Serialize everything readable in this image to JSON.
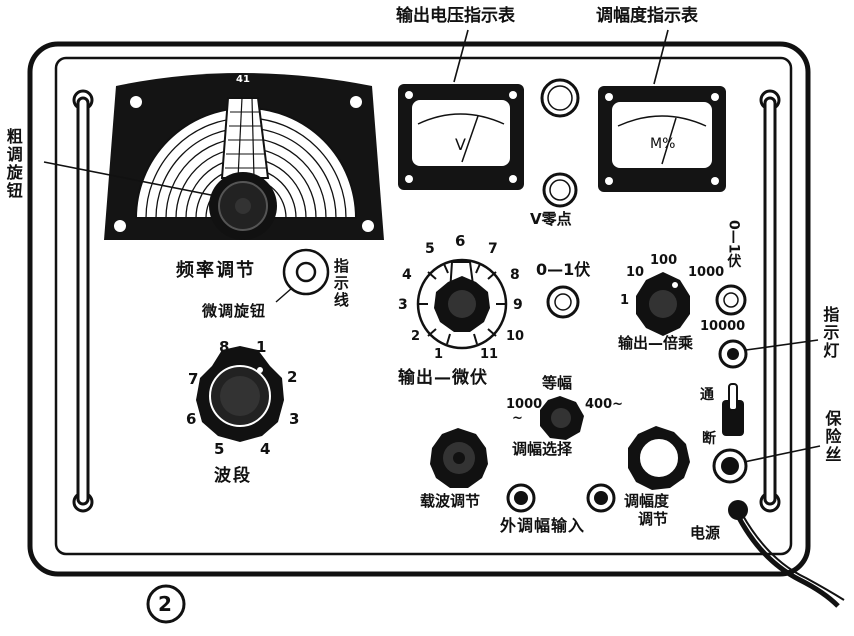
{
  "labels": {
    "output_voltage_meter": "输出电压指示表",
    "modulation_meter": "调幅度指示表",
    "coarse_knob": "粗调旋钮",
    "freq_adjust": "频率调节",
    "fine_knob": "微调旋钮",
    "indicator_line": "指示线",
    "band": "波段",
    "v_zero": "V零点",
    "range_0_1v": "0—1伏",
    "range_0_1v_side": "0—1伏",
    "output_microvolt": "输出—微伏",
    "output_multiplier": "输出—倍乘",
    "indicator_lamp": "指示灯",
    "fuse": "保险丝",
    "power": "电源",
    "on": "通",
    "off": "断",
    "mod_select_equal": "等幅",
    "mod_select_1000": "1000",
    "mod_select_400": "400~",
    "mod_select_tilde": "~",
    "mod_select": "调幅选择",
    "carrier_adjust": "载波调节",
    "ext_mod_input": "外调幅输入",
    "mod_depth_adjust_1": "调幅度",
    "mod_depth_adjust_2": "调节",
    "figure_number": "2"
  },
  "meters": {
    "voltage_unit": "V",
    "modulation_unit": "M%"
  },
  "band_dial": [
    "1",
    "2",
    "3",
    "4",
    "5",
    "6",
    "7",
    "8"
  ],
  "microvolt_dial": [
    "1",
    "2",
    "3",
    "4",
    "5",
    "6",
    "7",
    "8",
    "9",
    "10",
    "11"
  ],
  "multiplier_dial": [
    "1",
    "10",
    "100",
    "1000",
    "10000"
  ],
  "freq_dial_top_mark": "41"
}
